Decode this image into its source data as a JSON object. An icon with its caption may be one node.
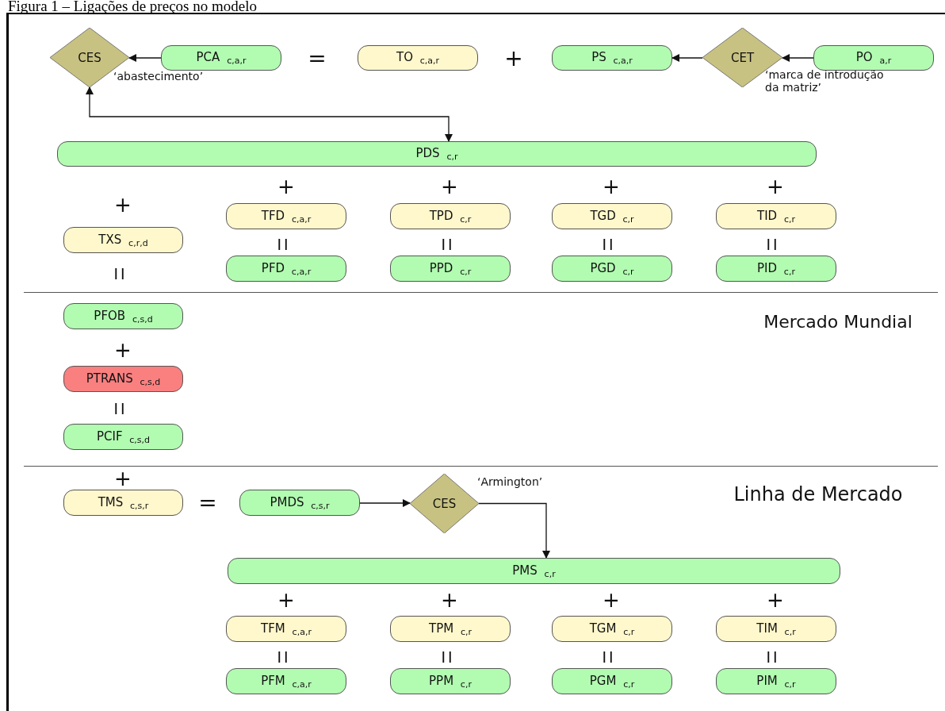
{
  "diagram": {
    "title": "Figura 1 – Ligações de preços no modelo",
    "nodes": [
      {
        "text": [
          "CES"
        ],
        "beside": [
          "‘abastecimento’"
        ]
      },
      {
        "text": [
          "PCA $_{c,a,r}$"
        ]
      },
      {
        "text": [
          "TO $_{c,a,r}$"
        ]
      },
      {
        "text": [
          "PS $_{c,a,r}$"
        ]
      },
      {
        "text": [
          "CET"
        ],
        "beside": [
          "‘marca de introdução da matriz’"
        ]
      },
      {
        "text": [
          "PO $_{a,r}$"
        ]
      },
      {
        "text": [
          "PDS $_{c,r}$"
        ]
      },
      {
        "text": [
          "TXS $_{c,r,d}$"
        ]
      },
      {
        "text": [
          "TFD $_{c,a,r}$"
        ]
      },
      {
        "text": [
          "TPD $_{c,r}$"
        ]
      },
      {
        "text": [
          "TGD $_{c,r}$"
        ]
      },
      {
        "text": [
          "TID $_{c,r}$"
        ]
      },
      {
        "text": [
          "PFD $_{c,a,r}$"
        ]
      },
      {
        "text": [
          "PPD $_{c,r}$"
        ]
      },
      {
        "text": [
          "PGD $_{c,r}$"
        ]
      },
      {
        "text": [
          "PID $_{c,r}$"
        ]
      },
      {
        "text": [
          "PFOB $_{c,s,d}$"
        ]
      },
      {
        "text": [
          "PTRANS $_{c,s,d}$"
        ]
      },
      {
        "text": [
          "PCIF $_{c,s,d}$"
        ]
      },
      {
        "text": [
          "TMS $_{c,s,r}$"
        ]
      },
      {
        "text": [
          "PMDS $_{c,s,r}$"
        ]
      },
      {
        "text": [
          "CES"
        ],
        "beside": [
          "‘Armington’"
        ]
      },
      {
        "text": [
          "PMS $_{c,r}$"
        ]
      },
      {
        "text": [
          "TFM $_{c,a,r}$"
        ]
      },
      {
        "text": [
          "TPM $_{c,r}$"
        ]
      },
      {
        "text": [
          "TGM $_{c,r}$"
        ]
      },
      {
        "text": [
          "TIM $_{c,r}$"
        ]
      },
      {
        "text": [
          "PFM $_{c,a,r}$"
        ]
      },
      {
        "text": [
          "PPM $_{c,r}$"
        ]
      },
      {
        "text": [
          "PGM $_{c,r}$"
        ]
      },
      {
        "text": [
          "PIM $_{c,r}$"
        ]
      }
    ],
    "edges": [
      {
        "from": 1,
        "to": 0,
        "arrow": "to"
      },
      {
        "from": 5,
        "to": 4,
        "arrow": "to"
      },
      {
        "from": 4,
        "to": 3,
        "arrow": "to"
      },
      {
        "from": 0,
        "to": 6,
        "arrow": "both"
      },
      {
        "from": 20,
        "to": 21,
        "arrow": "to"
      },
      {
        "from": 21,
        "to": 22,
        "arrow": "to"
      }
    ],
    "labels": [
      "=",
      "+",
      "+",
      "+",
      "+",
      "+",
      "+",
      "II",
      "II",
      "II",
      "II",
      "II",
      "Mercado Mundial",
      "+",
      "II",
      "+",
      "=",
      "Linha de Mercado",
      "+",
      "+",
      "+",
      "+",
      "II",
      "II",
      "II",
      "II"
    ]
  }
}
